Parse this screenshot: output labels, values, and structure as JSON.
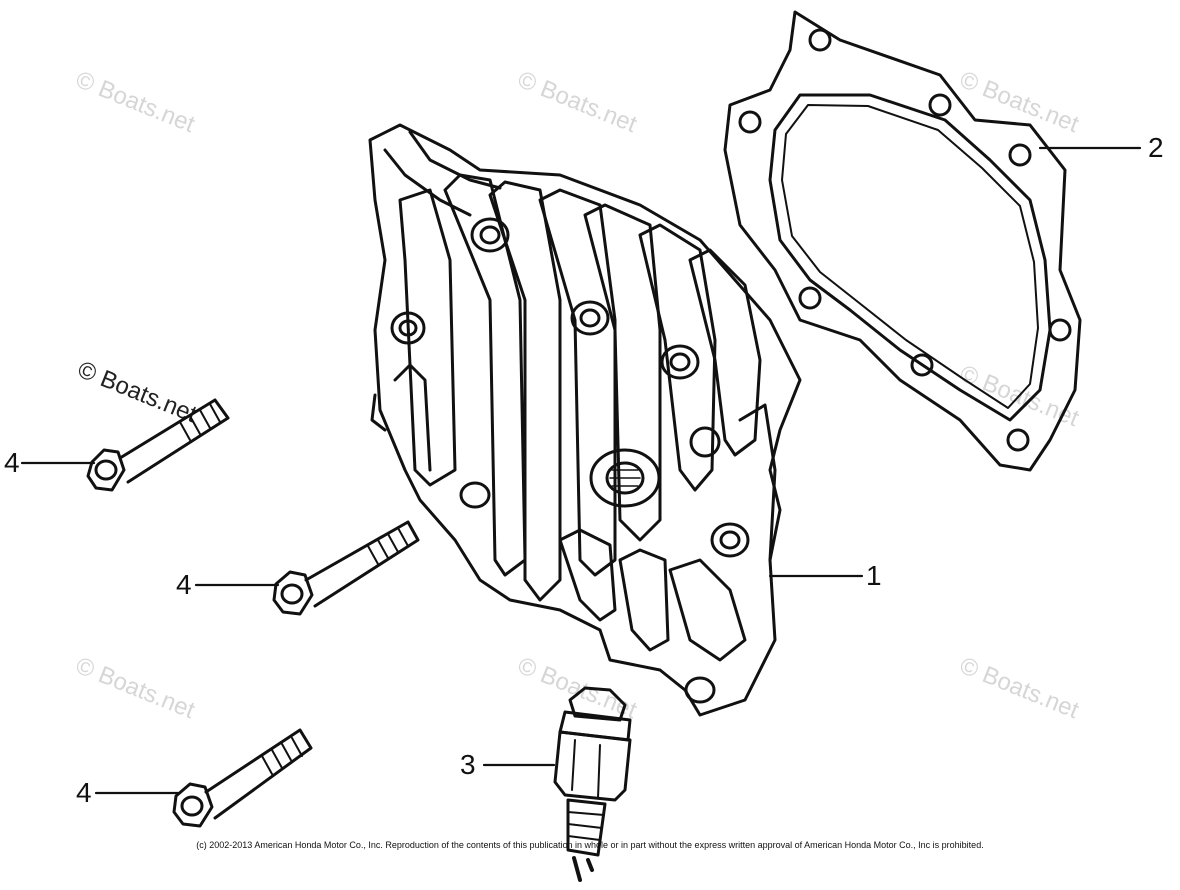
{
  "callouts": {
    "part_1": "1",
    "part_2": "2",
    "part_3": "3",
    "part_4_a": "4",
    "part_4_b": "4",
    "part_4_c": "4"
  },
  "watermark": "© Boats.net",
  "copyright": "(c) 2002-2013 American Honda Motor Co., Inc. Reproduction of the contents of this publication in whole or in part without the express written approval of American Honda Motor Co., Inc is prohibited.",
  "colors": {
    "ink": "#111111",
    "watermark": "#d6d6d6",
    "background": "#ffffff"
  }
}
